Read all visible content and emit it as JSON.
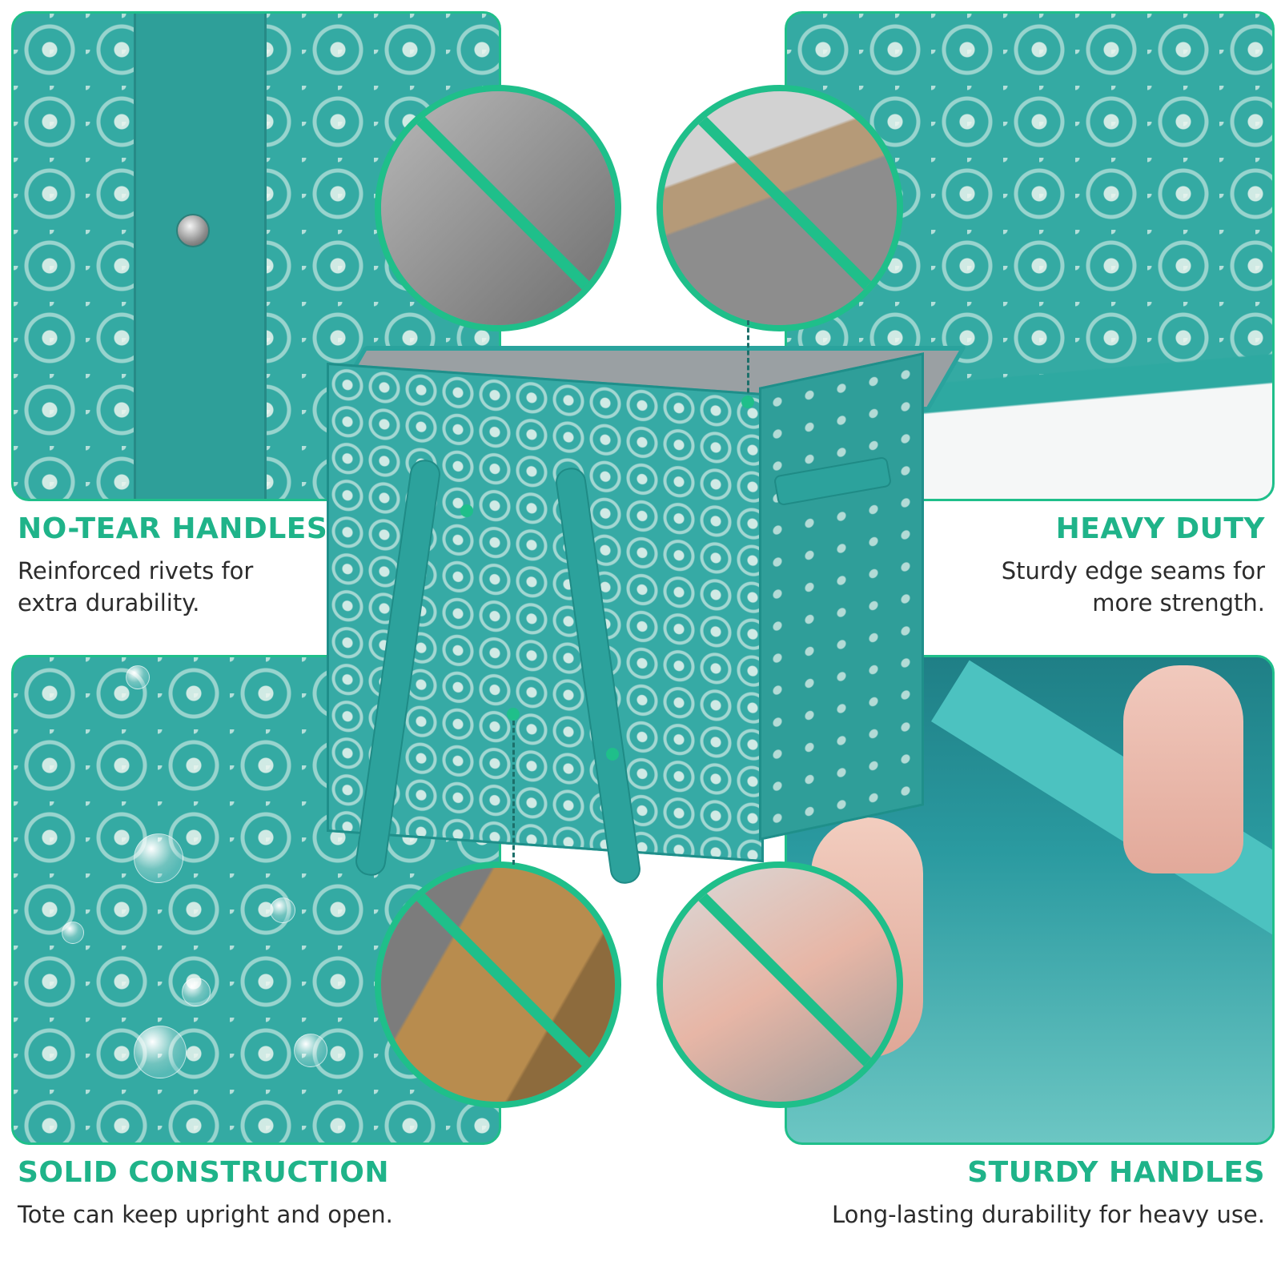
{
  "features": {
    "top_left": {
      "title": "NO-TEAR HANDLES",
      "desc_line1": "Reinforced rivets for",
      "desc_line2": "extra durability."
    },
    "top_right": {
      "title": "HEAVY DUTY",
      "desc_line1": "Sturdy edge seams for",
      "desc_line2": "more strength."
    },
    "bottom_left": {
      "title": "SOLID CONSTRUCTION",
      "desc_line1": "Tote can keep upright and open."
    },
    "bottom_right": {
      "title": "STURDY HANDLES",
      "desc_line1": "Long-lasting durability for heavy use."
    }
  },
  "colors": {
    "accent": "#1fbf8a",
    "fabric": "#34aaa3",
    "text": "#2b2b2b"
  }
}
